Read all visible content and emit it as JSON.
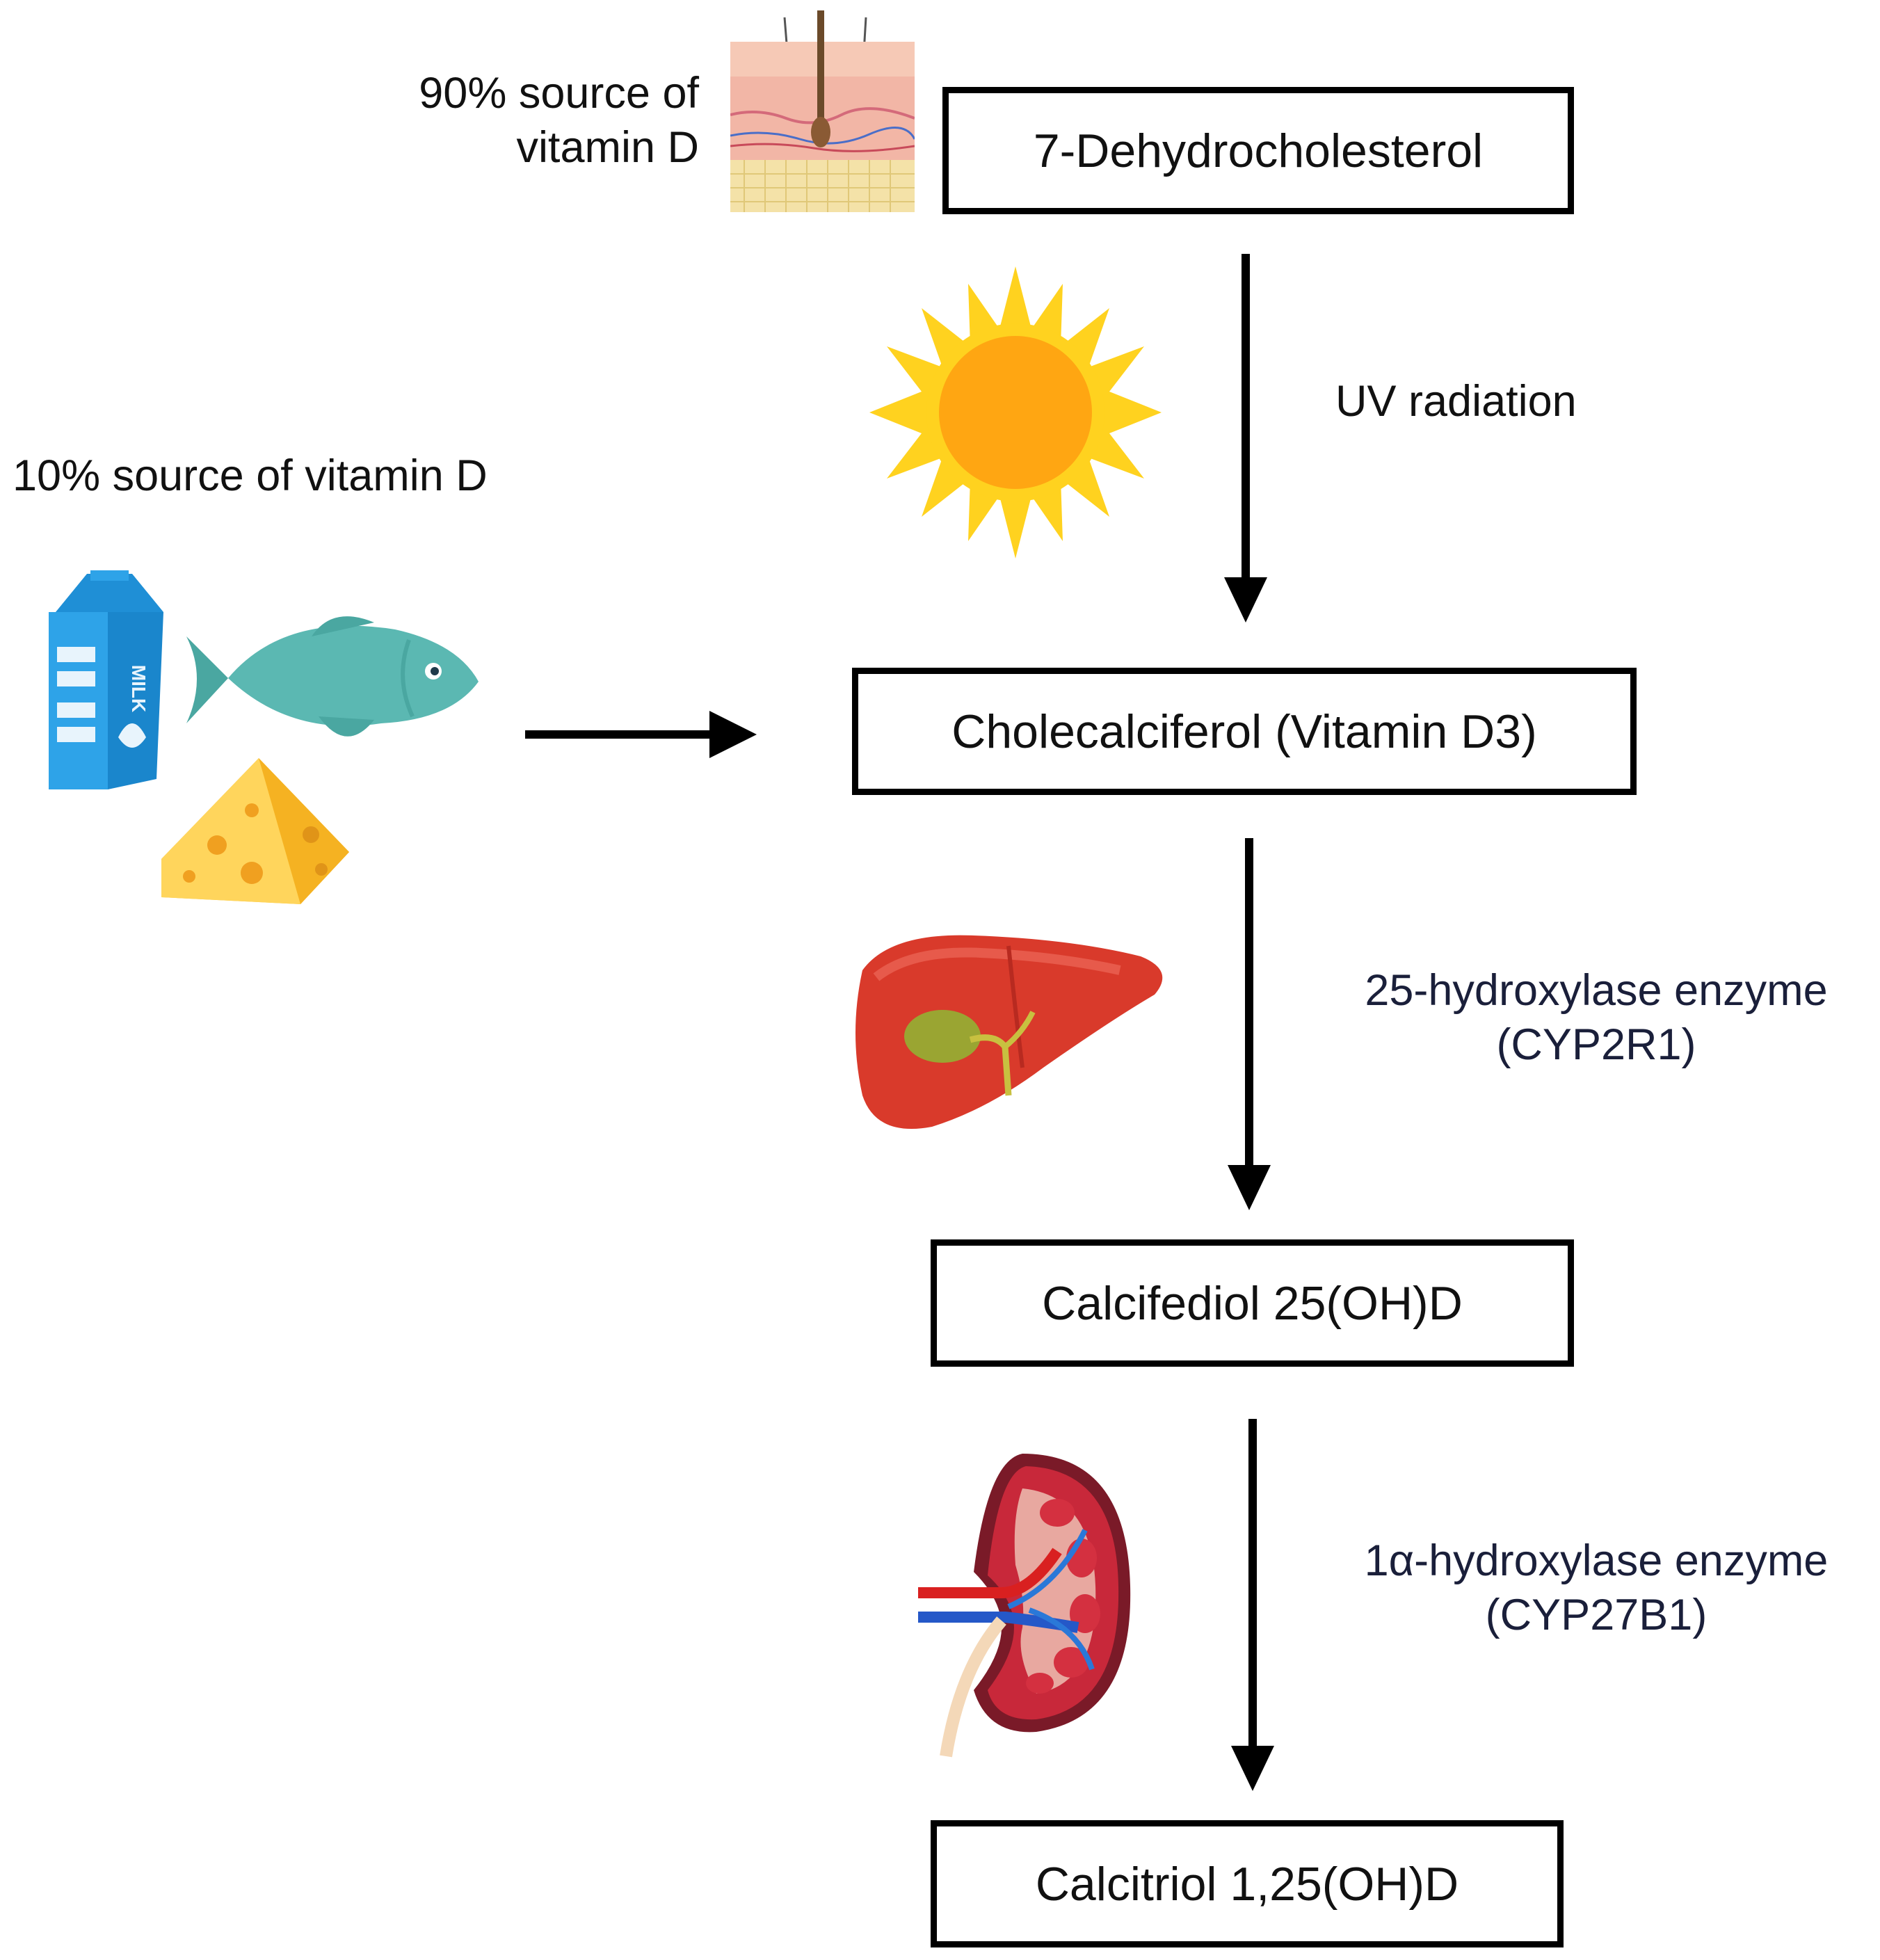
{
  "sources": {
    "skin_line1": "90% source of",
    "skin_line2": "vitamin D",
    "diet": "10% source of vitamin D"
  },
  "diet_icons": {
    "milk_label": "MILK"
  },
  "steps": [
    {
      "label": "7-Dehydrocholesterol"
    },
    {
      "label": "Cholecalciferol (Vitamin D3)"
    },
    {
      "label": "Calcifediol 25(OH)D"
    },
    {
      "label": "Calcitriol 1,25(OH)D"
    }
  ],
  "transitions": [
    {
      "line1": "UV radiation"
    },
    {
      "line1": "25-hydroxylase enzyme",
      "line2": "(CYP2R1)"
    },
    {
      "line1": "1α-hydroxylase enzyme",
      "line2": "(CYP27B1)"
    }
  ],
  "icons": [
    "skin-icon",
    "sun-icon",
    "milk-carton-icon",
    "fish-icon",
    "cheese-icon",
    "liver-icon",
    "kidney-icon"
  ],
  "colors": {
    "sun_outer": "#ffd21f",
    "sun_inner": "#ffa612",
    "fish": "#5bb8b2",
    "milk": "#2ea3e8",
    "cheese": "#ffc93a",
    "liver": "#d93a2b",
    "kidney": "#c8283a",
    "skin": "#f2b6a6"
  }
}
